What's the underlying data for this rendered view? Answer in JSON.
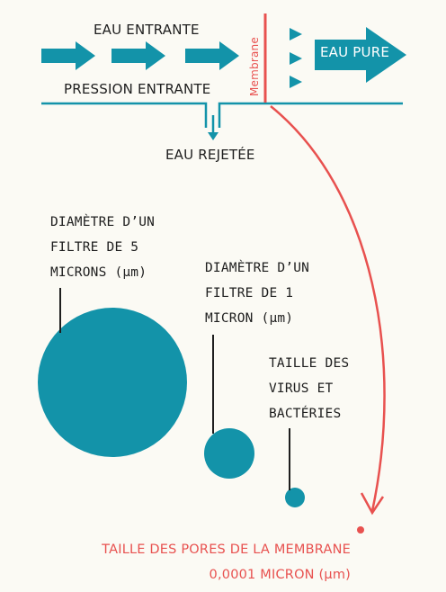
{
  "labels": {
    "incoming_water": "EAU ENTRANTE",
    "incoming_pressure": "PRESSION ENTRANTE",
    "rejected_water": "EAU REJETÉE",
    "pure_water": "EAU PURE",
    "membrane": "Membrane",
    "filter_5": "DIAMÈTRE D’UN FILTRE DE 5 MICRONS (µm)",
    "filter_1": "DIAMÈTRE D’UN FILTRE DE 1 MICRON (µm)",
    "virus": "TAILLE DES VIRUS ET BACTÉRIES",
    "pores": "TAILLE DES PORES DE LA MEMBRANE 0,0001 MICRON (µm)"
  },
  "colors": {
    "teal": "#1393a9",
    "red": "#e8514f",
    "text": "#1e1e1e",
    "background": "#fbfaf4"
  },
  "icons": [
    "arrow-right-icon",
    "triangle-right-icon",
    "arrow-down-icon"
  ]
}
